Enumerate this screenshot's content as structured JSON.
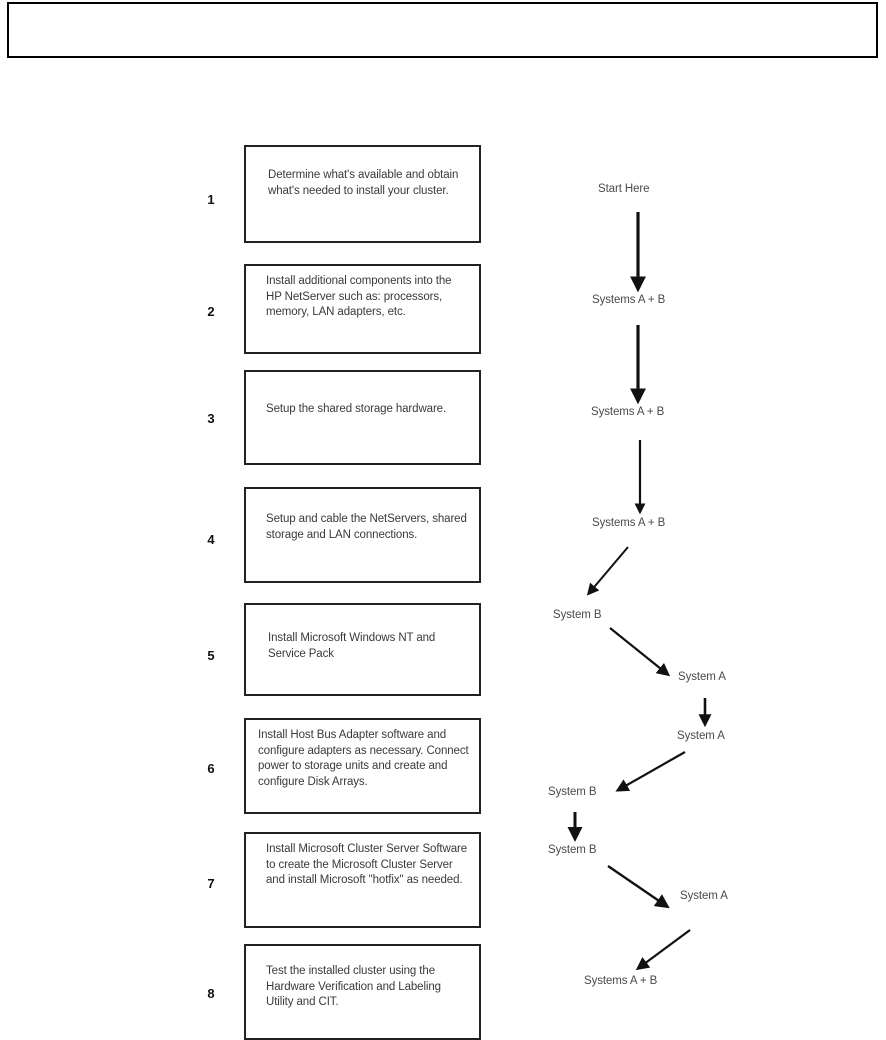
{
  "page": {
    "background_color": "#ffffff",
    "text_color": "#3a3a3a",
    "line_color": "#222222"
  },
  "header": {
    "title": "",
    "border_color": "#000000"
  },
  "steps": [
    {
      "number": "1",
      "text": "Determine what's available and obtain what's needed to install your cluster."
    },
    {
      "number": "2",
      "text": "Install additional components into the HP NetServer such as: processors, memory, LAN adapters, etc."
    },
    {
      "number": "3",
      "text": "Setup the shared storage hardware."
    },
    {
      "number": "4",
      "text": "Setup and cable the NetServers, shared storage and LAN connections."
    },
    {
      "number": "5",
      "text": "Install Microsoft Windows NT and Service Pack"
    },
    {
      "number": "6",
      "text": "Install Host Bus Adapter software and configure adapters as necessary. Connect power to storage units and create and configure Disk Arrays."
    },
    {
      "number": "7",
      "text": "Install Microsoft Cluster Server Software to create the Microsoft Cluster Server and install Microsoft \"hotfix\" as needed."
    },
    {
      "number": "8",
      "text": "Test the installed cluster using the Hardware Verification and Labeling Utility and CIT."
    }
  ],
  "flow": {
    "nodes": [
      {
        "label": "Start Here"
      },
      {
        "label": "Systems A + B"
      },
      {
        "label": "Systems A + B"
      },
      {
        "label": "Systems A + B"
      },
      {
        "label": "System B"
      },
      {
        "label": "System A"
      },
      {
        "label": "System A"
      },
      {
        "label": "System B"
      },
      {
        "label": "System B"
      },
      {
        "label": "System A"
      },
      {
        "label": "Systems A + B"
      }
    ],
    "arrow_kinds": [
      "vertical-thick",
      "vertical-thick",
      "vertical-thin",
      "diagonal-left",
      "diagonal-right",
      "vertical-short",
      "diagonal-left",
      "vertical-short",
      "diagonal-right",
      "diagonal-left"
    ]
  }
}
